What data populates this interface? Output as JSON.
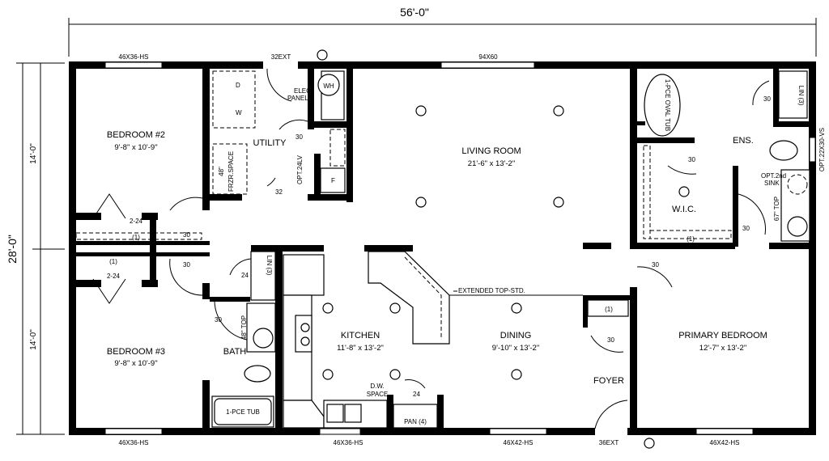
{
  "plan": {
    "overall_width": "56'-0\"",
    "overall_depth": "28'-0\"",
    "half_depth_top": "14'-0\"",
    "half_depth_bottom": "14'-0\"",
    "rooms": {
      "bedroom2": {
        "name": "BEDROOM #2",
        "size": "9'-8\" x 10'-9\""
      },
      "bedroom3": {
        "name": "BEDROOM #3",
        "size": "9'-8\" x 10'-9\""
      },
      "utility": {
        "name": "UTILITY"
      },
      "living": {
        "name": "LIVING ROOM",
        "size": "21'-6\" x 13'-2\""
      },
      "kitchen": {
        "name": "KITCHEN",
        "size": "11'-8\" x 13'-2\""
      },
      "dining": {
        "name": "DINING",
        "size": "9'-10\" x 13'-2\""
      },
      "bath": {
        "name": "BATH"
      },
      "foyer": {
        "name": "FOYER"
      },
      "primary": {
        "name": "PRIMARY BEDROOM",
        "size": "12'-7\" x 13'-2\""
      },
      "ens": {
        "name": "ENS."
      },
      "wic": {
        "name": "W.I.C."
      }
    },
    "windows": {
      "bed2_top": "46X36-HS",
      "living_top": "94X60",
      "bed3_bottom": "46X36-HS",
      "kitchen_bottom": "46X36-HS",
      "dining_bottom": "46X42-HS",
      "primary_bottom": "46X42-HS",
      "ens_side": "OPT.22X30-VS"
    },
    "doors": {
      "utility_ext": "32EXT",
      "foyer_ext": "36EXT",
      "d30": "30",
      "d32": "32",
      "d24": "24"
    },
    "labels": {
      "elec_panel_1": "ELEC.",
      "elec_panel_2": "PANEL",
      "wh": "WH",
      "dryer": "D",
      "washer": "W",
      "frzr_1": "48\"",
      "frzr_2": "FRZR.SPACE",
      "opt_24lv": "OPT.24LV",
      "furnace": "F",
      "shelf_1": "(1)",
      "closet_2_24": "2-24",
      "lin3": "LIN (3)",
      "vanity_48": "48\" TOP",
      "tub": "1-PCE TUB",
      "oval_tub": "1-PCE OVAL TUB",
      "opt_sink_1": "OPT.2nd",
      "opt_sink_2": "SINK",
      "top_67": "67\" TOP",
      "extended_top": "EXTENDED TOP-STD.",
      "dw_1": "D.W.",
      "dw_2": "SPACE",
      "pan4": "PAN (4)"
    }
  }
}
